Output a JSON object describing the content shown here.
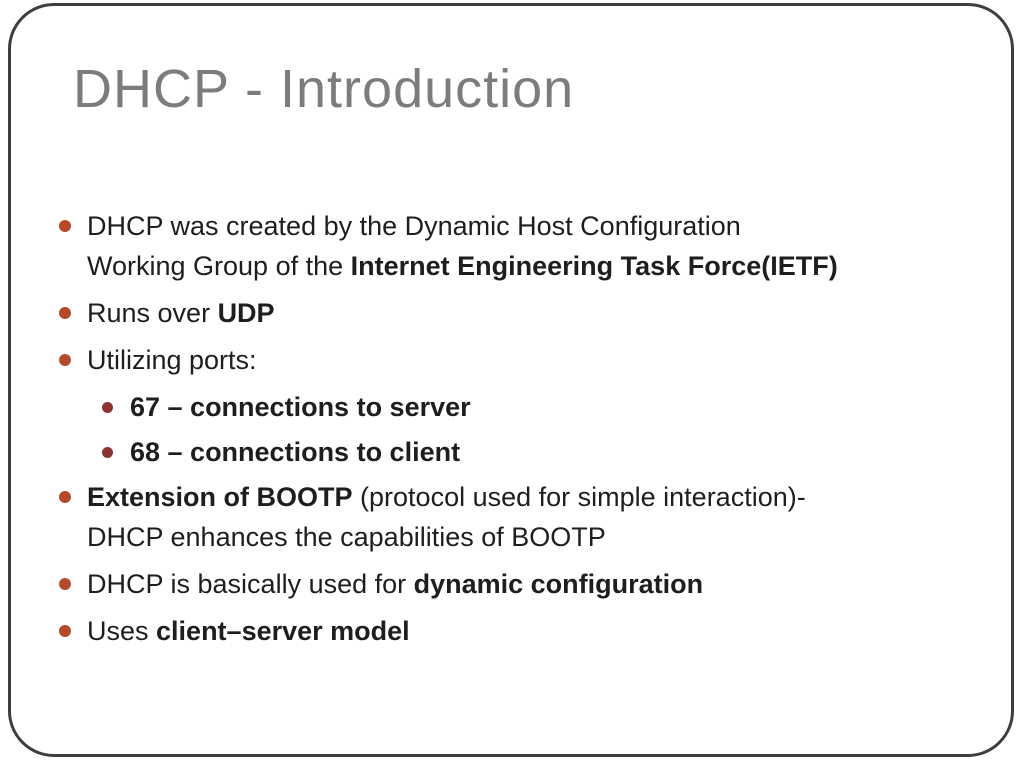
{
  "slide": {
    "title": "DHCP - Introduction",
    "colors": {
      "title": "#7c7c7c",
      "text": "#1e1e1e",
      "bullet_level1": "#b54a2a",
      "bullet_level2": "#8c3431",
      "border": "#3e3e3e"
    },
    "bullets": [
      {
        "level": 1,
        "runs": [
          {
            "text": "DHCP was created by the Dynamic Host Configuration",
            "bold": false,
            "break_after": true
          },
          {
            "text": "Working Group of the ",
            "bold": false
          },
          {
            "text": "Internet Engineering Task Force(IETF)",
            "bold": true
          }
        ]
      },
      {
        "level": 1,
        "runs": [
          {
            "text": "Runs over ",
            "bold": false
          },
          {
            "text": "UDP",
            "bold": true
          }
        ]
      },
      {
        "level": 1,
        "runs": [
          {
            "text": "Utilizing ports:",
            "bold": false
          }
        ]
      },
      {
        "level": 2,
        "runs": [
          {
            "text": "67 – connections to server",
            "bold": true
          }
        ]
      },
      {
        "level": 2,
        "runs": [
          {
            "text": "68 – connections to client",
            "bold": true
          }
        ]
      },
      {
        "level": 1,
        "runs": [
          {
            "text": "Extension of BOOTP",
            "bold": true
          },
          {
            "text": " (protocol used for simple interaction)-",
            "bold": false,
            "break_after": true
          },
          {
            "text": "DHCP enhances the capabilities of BOOTP",
            "bold": false
          }
        ]
      },
      {
        "level": 1,
        "runs": [
          {
            "text": "DHCP is basically used for ",
            "bold": false
          },
          {
            "text": "dynamic configuration",
            "bold": true
          }
        ]
      },
      {
        "level": 1,
        "runs": [
          {
            "text": "Uses ",
            "bold": false
          },
          {
            "text": "client–server model",
            "bold": true
          }
        ]
      }
    ]
  }
}
